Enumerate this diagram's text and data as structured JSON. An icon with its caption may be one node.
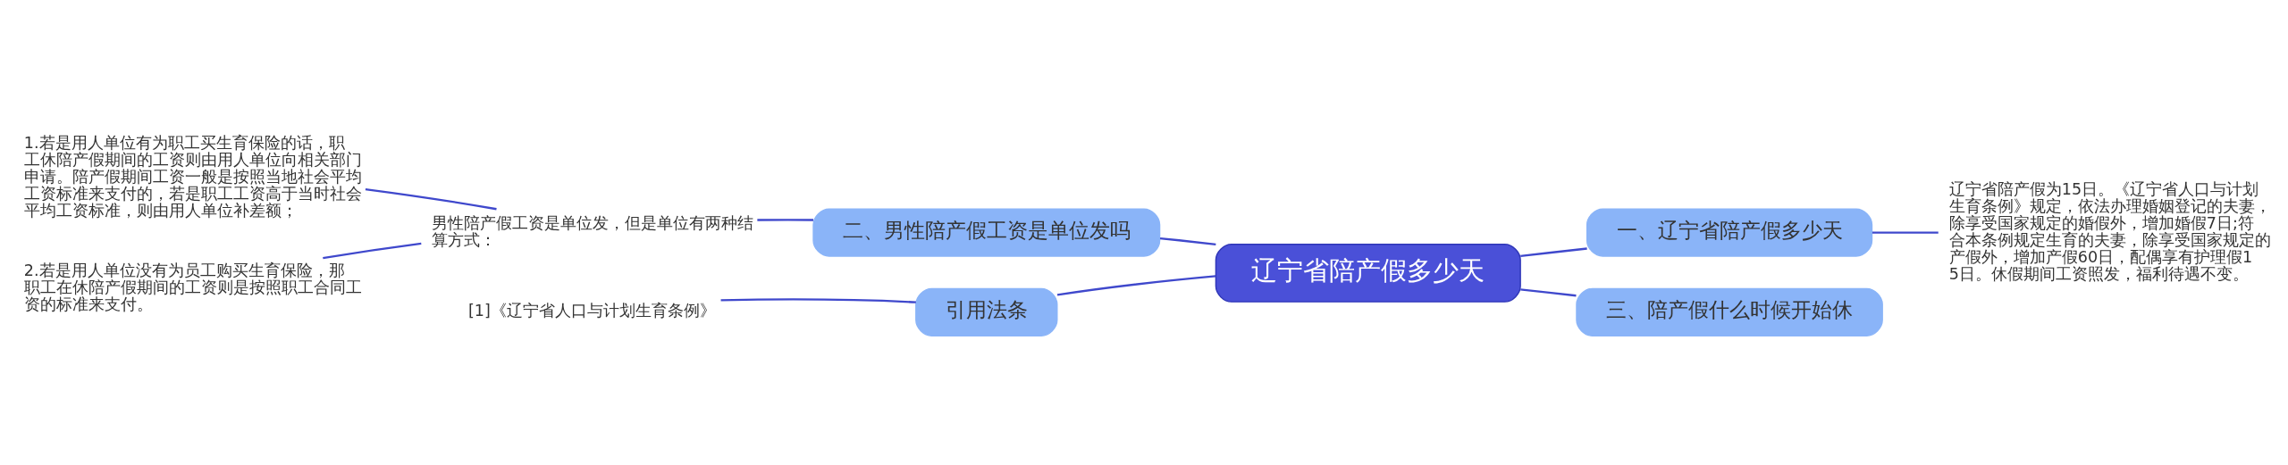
{
  "diagram": {
    "nodes": [
      {
        "text": [
          "辽宁省陪产假多少天"
        ]
      },
      {
        "text": [
          "一、辽宁省陪产假多少天"
        ]
      },
      {
        "text": [
          "辽宁省陪产假为15日。《辽宁省人口与计划生育条例》规定，依法办理婚姻登记的夫妻，除享受国家规定的婚假外，增加婚假7日;符合本条例规定生育的夫妻，除享受国家规定的产假外，增加产假60日，配偶享有护理假15日。休假期间工资照发，福利待遇不变。"
        ]
      },
      {
        "text": [
          "三、陪产假什么时候开始休"
        ]
      },
      {
        "text": [
          "二、男性陪产假工资是单位发吗"
        ]
      },
      {
        "text": [
          "男性陪产假工资是单位发，但是单位有两种结算方式："
        ]
      },
      {
        "text": [
          "1.若是用人单位有为职工买生育保险的话，职工休陪产假期间的工资则由用人单位向相关部门申请。陪产假期间工资一般是按照当地社会平均工资标准来支付的，若是职工工资高于当时社会平均工资标准，则由用人单位补差额；"
        ]
      },
      {
        "text": [
          "2.若是用人单位没有为员工购买生育保险，那职工在休陪产假期间的工资则是按照职工合同工资的标准来支付。"
        ]
      },
      {
        "text": [
          "引用法条"
        ]
      },
      {
        "text": [
          "[1]《辽宁省人口与计划生育条例》"
        ]
      }
    ],
    "edges": [
      {
        "from": 0,
        "to": 1,
        "arrow": "none"
      },
      {
        "from": 1,
        "to": 2,
        "arrow": "none"
      },
      {
        "from": 0,
        "to": 3,
        "arrow": "none"
      },
      {
        "from": 0,
        "to": 4,
        "arrow": "none"
      },
      {
        "from": 4,
        "to": 5,
        "arrow": "none"
      },
      {
        "from": 5,
        "to": 6,
        "arrow": "none"
      },
      {
        "from": 5,
        "to": 7,
        "arrow": "none"
      },
      {
        "from": 0,
        "to": 8,
        "arrow": "none"
      },
      {
        "from": 8,
        "to": 9,
        "arrow": "none"
      }
    ]
  }
}
